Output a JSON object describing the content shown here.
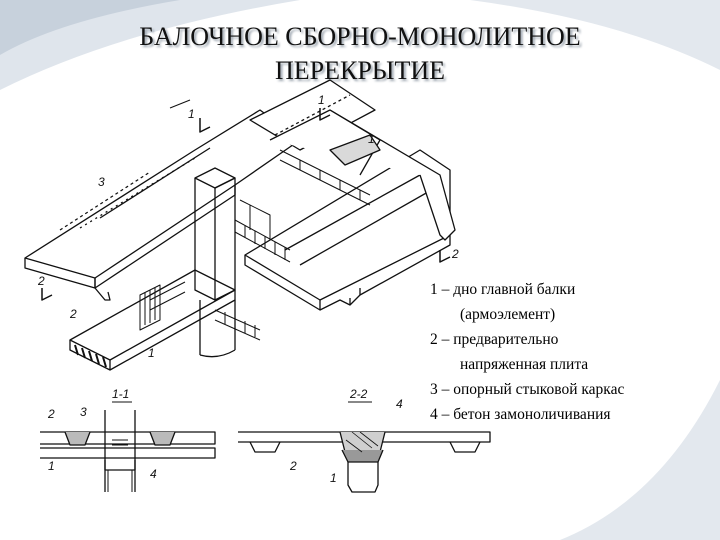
{
  "title": {
    "line1": "БАЛОЧНОЕ СБОРНО-МОНОЛИТНОЕ",
    "line2": "ПЕРЕКРЫТИЕ"
  },
  "legend": [
    {
      "num": "1",
      "line1": "дно главной балки",
      "line2": "(армоэлемент)"
    },
    {
      "num": "2",
      "line1": "предварительно",
      "line2": "напряженная плита"
    },
    {
      "num": "3",
      "line1": "опорный стыковой каркас",
      "line2": ""
    },
    {
      "num": "4",
      "line1": "бетон замоноличивания",
      "line2": ""
    }
  ],
  "labels": {
    "n1": "1",
    "n2": "2",
    "n3": "3",
    "n4": "4",
    "sec1": "1-1",
    "sec2": "2-2"
  },
  "colors": {
    "accent": "#8fa0b4",
    "ink": "#111111"
  }
}
